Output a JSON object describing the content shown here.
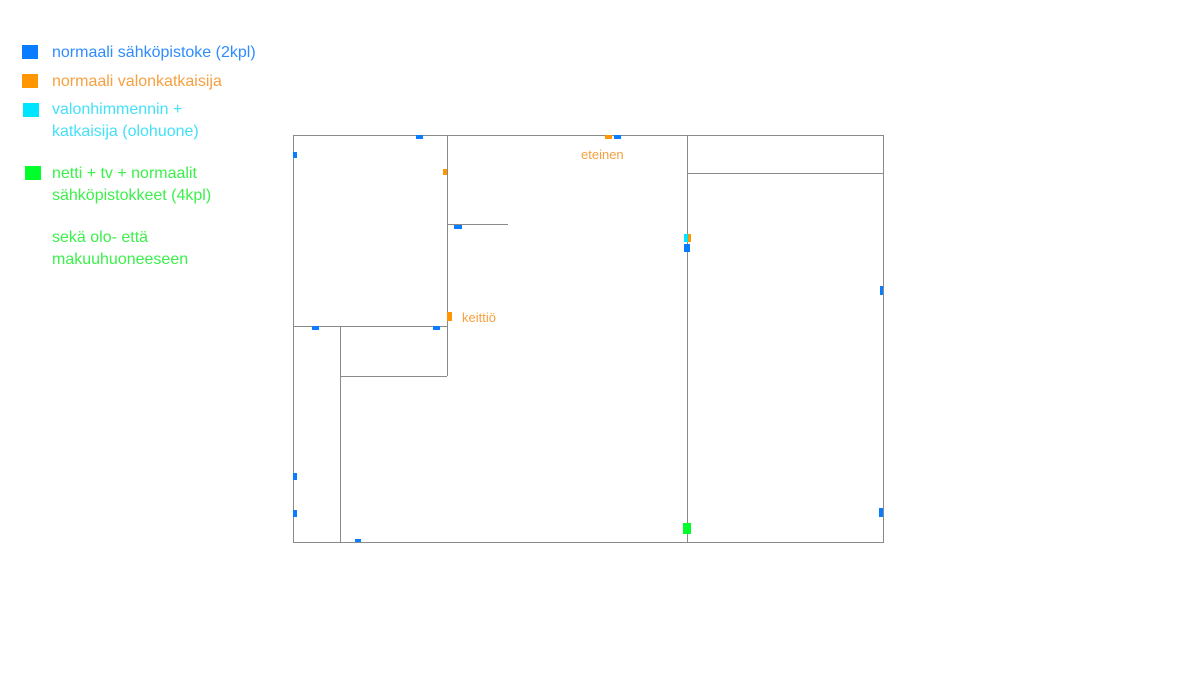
{
  "colors": {
    "socket": "#0a7cff",
    "switch": "#ff9500",
    "dimmer": "#00e5ff",
    "media": "#00ff2a"
  },
  "legend": {
    "socket": "normaali sähköpistoke (2kpl)",
    "switch": "normaali valonkatkaisija",
    "dimmer": "valonhimmennin +\nkatkaisija (olohuone)",
    "media": "netti + tv + normaalit\nsähköpistokkeet (4kpl)",
    "media_note": "sekä olo- että\nmakuuhuoneeseen"
  },
  "rooms": {
    "hall": "eteinen",
    "kitchen": "keittiö"
  }
}
